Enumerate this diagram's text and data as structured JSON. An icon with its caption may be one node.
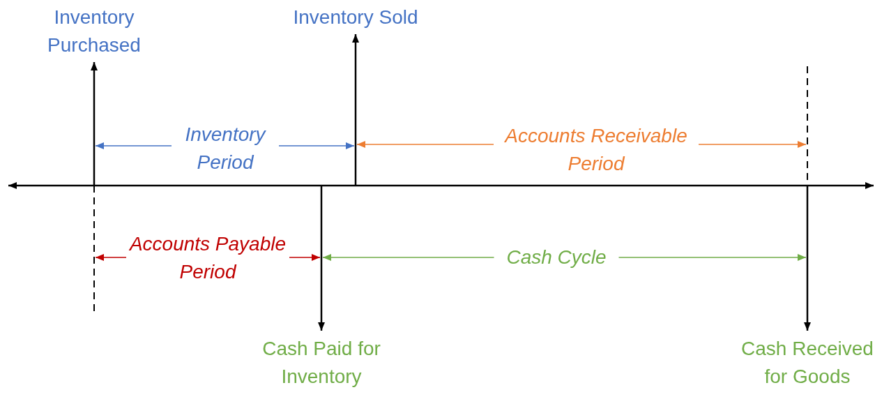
{
  "diagram": {
    "nodes": [
      {
        "text": [
          "Inventory Purchased"
        ]
      },
      {
        "text": [
          "Inventory Sold"
        ]
      },
      {
        "text": [
          "Cash Paid for Inventory"
        ]
      },
      {
        "text": [
          "Cash Received for Goods"
        ]
      }
    ],
    "edges": [
      {
        "from": null,
        "to": 0,
        "arrow": "to"
      },
      {
        "from": null,
        "to": 1,
        "arrow": "to"
      },
      {
        "from": null,
        "to": 2,
        "arrow": "to"
      },
      {
        "from": null,
        "to": 3,
        "arrow": "to"
      }
    ],
    "labels": [
      "Inventory Period",
      "Accounts Receivable Period",
      "Accounts Payable Period",
      "Cash Cycle"
    ]
  }
}
